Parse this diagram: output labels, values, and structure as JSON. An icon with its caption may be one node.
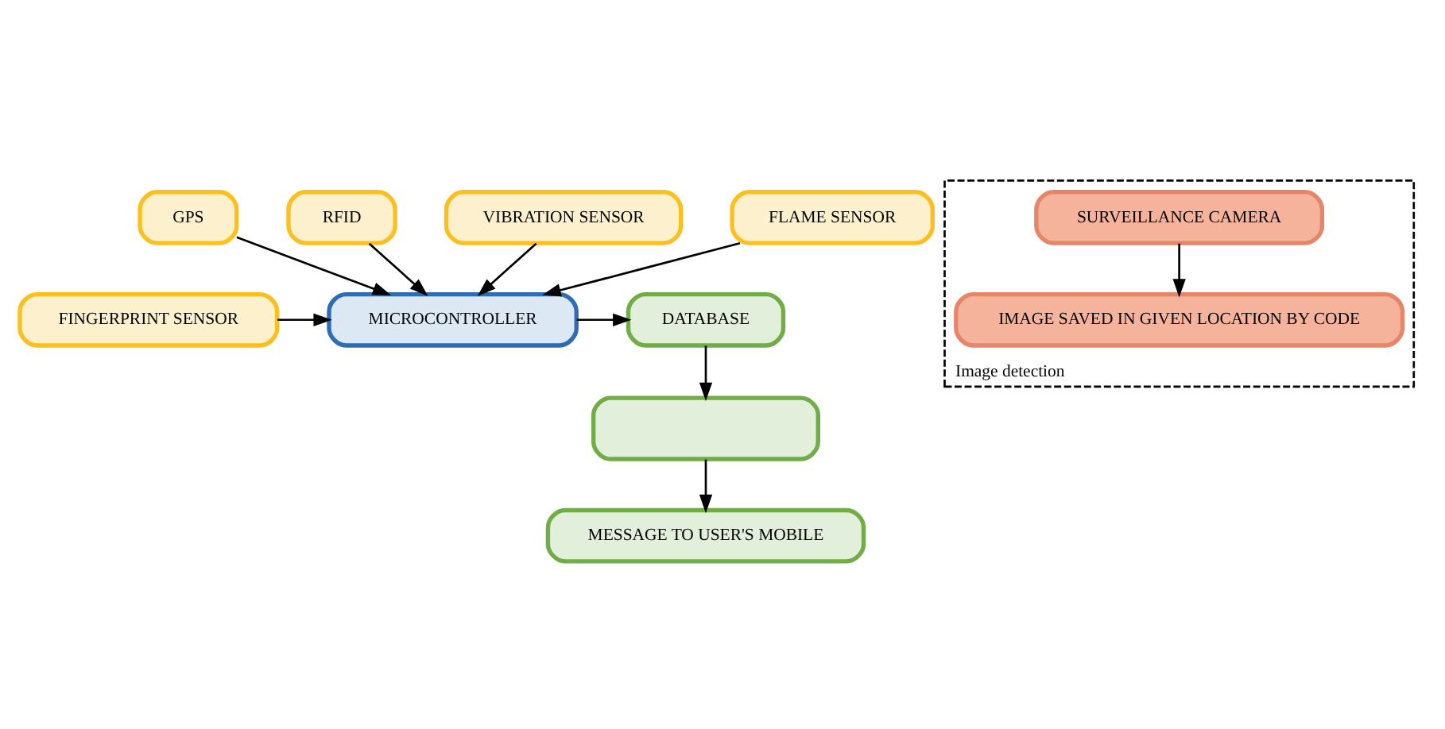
{
  "diagram": {
    "nodes": [
      {
        "text": [
          "GPS"
        ]
      },
      {
        "text": [
          "RFID"
        ]
      },
      {
        "text": [
          "FINGERPRINT SENSOR"
        ]
      },
      {
        "text": [
          "MICROCONTROLLER"
        ]
      },
      {
        "text": [
          "DATABASE"
        ]
      },
      {
        "text": [
          "VIBRATION SENSOR"
        ]
      },
      {
        "text": [
          "FLAME SENSOR"
        ]
      },
      {
        "text": [],
        "shape": "box"
      },
      {
        "text": [
          "MESSAGE TO USER'S MOBILE"
        ]
      },
      {
        "text": [
          "Image detection"
        ]
      },
      {
        "text": [
          "SURVEILLANCE CAMERA"
        ],
        "in": 9
      },
      {
        "text": [
          "IMAGE SAVED IN GIVEN LOCATION BY CODE"
        ],
        "in": 9
      }
    ],
    "edges": [
      {
        "from": 0,
        "to": 3,
        "arrow": "to"
      },
      {
        "from": 1,
        "to": 3,
        "arrow": "to"
      },
      {
        "from": 2,
        "to": 3,
        "arrow": "to"
      },
      {
        "from": 5,
        "to": 3,
        "arrow": "to"
      },
      {
        "from": 6,
        "to": 3,
        "arrow": "to"
      },
      {
        "from": 3,
        "to": 4,
        "arrow": "to"
      },
      {
        "from": 4,
        "to": 7,
        "arrow": "to"
      },
      {
        "from": 7,
        "to": 8,
        "arrow": "to"
      },
      {
        "from": 10,
        "to": 11,
        "arrow": "to"
      }
    ]
  }
}
